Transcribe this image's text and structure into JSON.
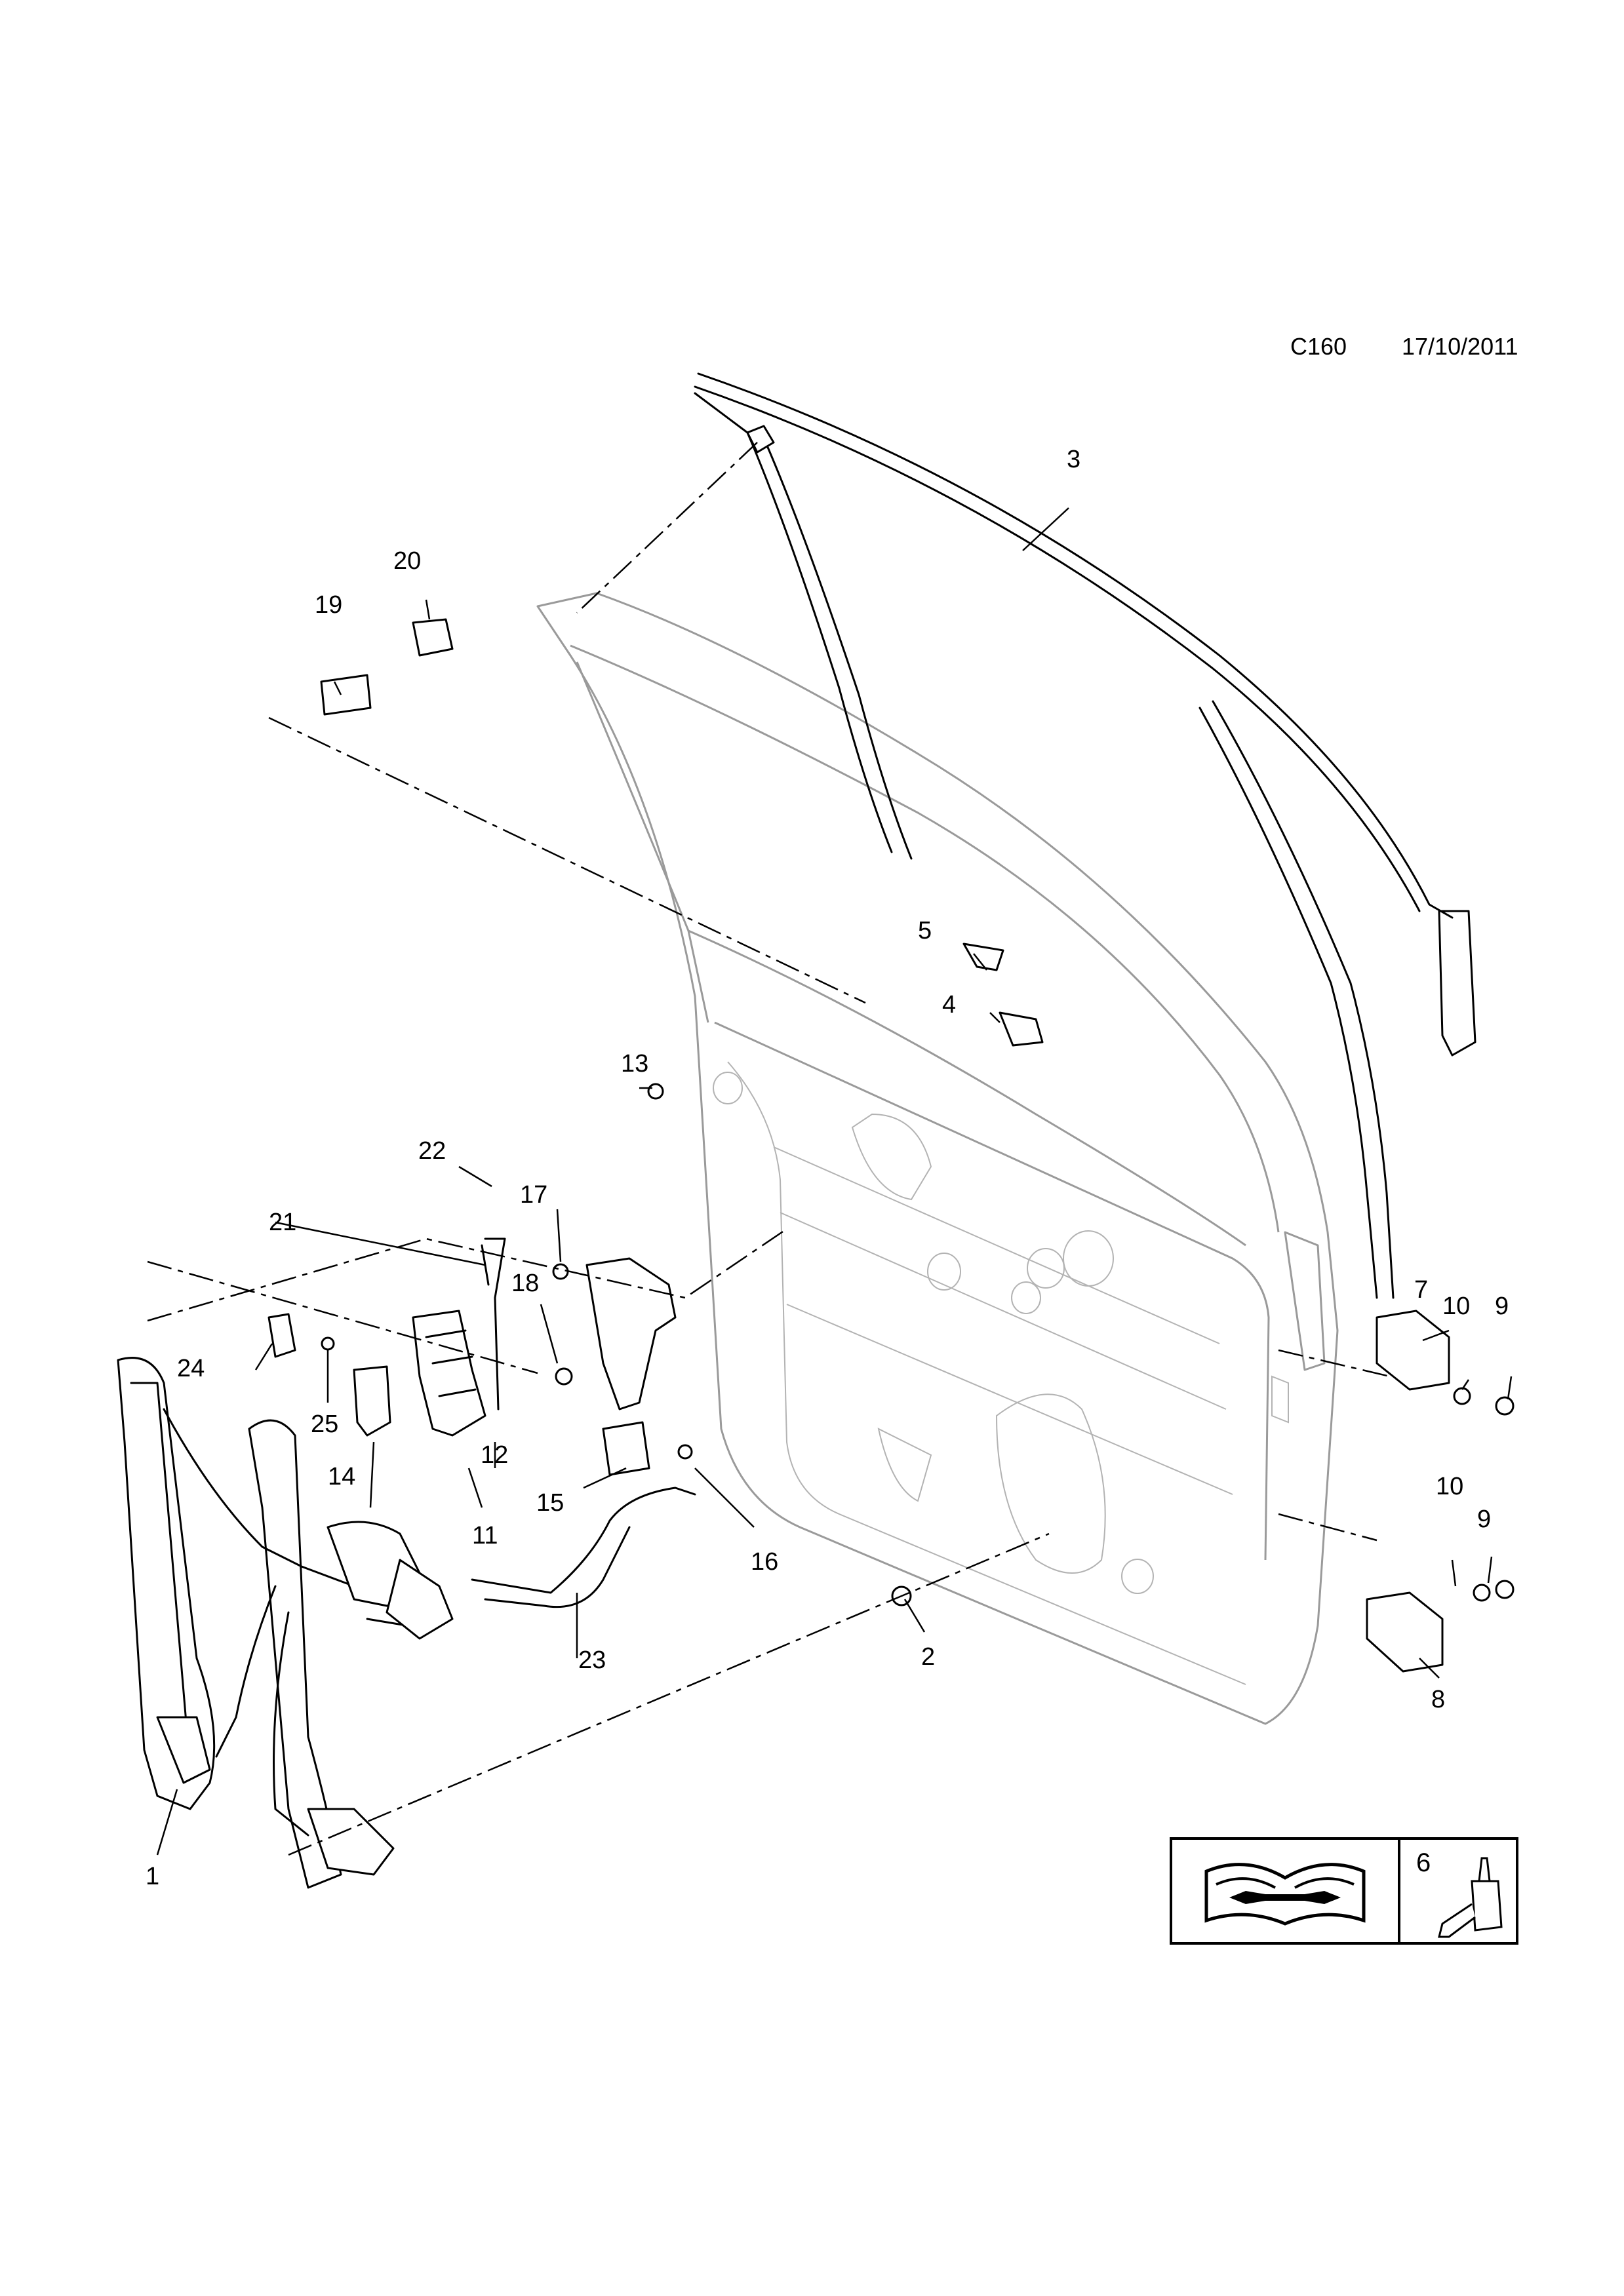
{
  "header": {
    "diagram_code": "C160",
    "date": "17/10/2011"
  },
  "callouts": {
    "c1": "1",
    "c2": "2",
    "c3": "3",
    "c4": "4",
    "c5": "5",
    "c6": "6",
    "c7": "7",
    "c8": "8",
    "c9a": "9",
    "c9b": "9",
    "c10a": "10",
    "c10b": "10",
    "c11": "11",
    "c12": "12",
    "c13": "13",
    "c14": "14",
    "c15": "15",
    "c16": "16",
    "c17": "17",
    "c18": "18",
    "c19": "19",
    "c20": "20",
    "c21": "21",
    "c22": "22",
    "c23": "23",
    "c24": "24",
    "c25": "25"
  },
  "legend": {
    "manual_icon": "open-book-wrench-icon",
    "adhesive_icon": "adhesive-bottle-icon",
    "adhesive_callout": "6"
  }
}
